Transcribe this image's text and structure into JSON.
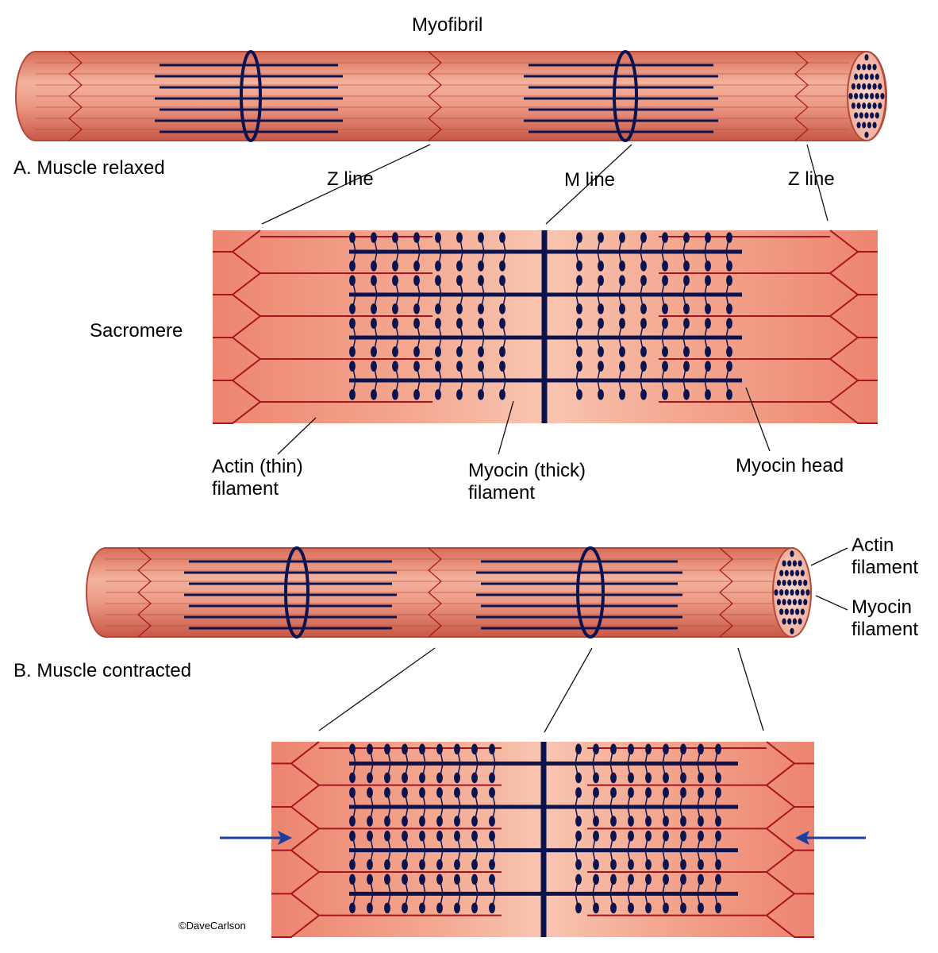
{
  "labels": {
    "myofibril": "Myofibril",
    "relaxed": "A. Muscle relaxed",
    "z_line_left": "Z line",
    "m_line": "M line",
    "z_line_right": "Z line",
    "sarcomere": "Sacromere",
    "actin_thin_1": "Actin (thin)",
    "actin_thin_2": "filament",
    "myocin_thick_1": "Myocin (thick)",
    "myocin_thick_2": "filament",
    "myocin_head": "Myocin head",
    "contracted": "B. Muscle contracted",
    "actin_filament_1": "Actin",
    "actin_filament_2": "filament",
    "myocin_filament_1": "Myocin",
    "myocin_filament_2": "filament",
    "copyright": "©DaveCarlson"
  },
  "colors": {
    "muscle": "#e8806c",
    "muscle_light": "#f6b8a4",
    "muscle_edge": "#b24a3c",
    "actin": "#a8141e",
    "myosin": "#0c1450",
    "arrow": "#1a3fa0",
    "leader": "#111111"
  }
}
